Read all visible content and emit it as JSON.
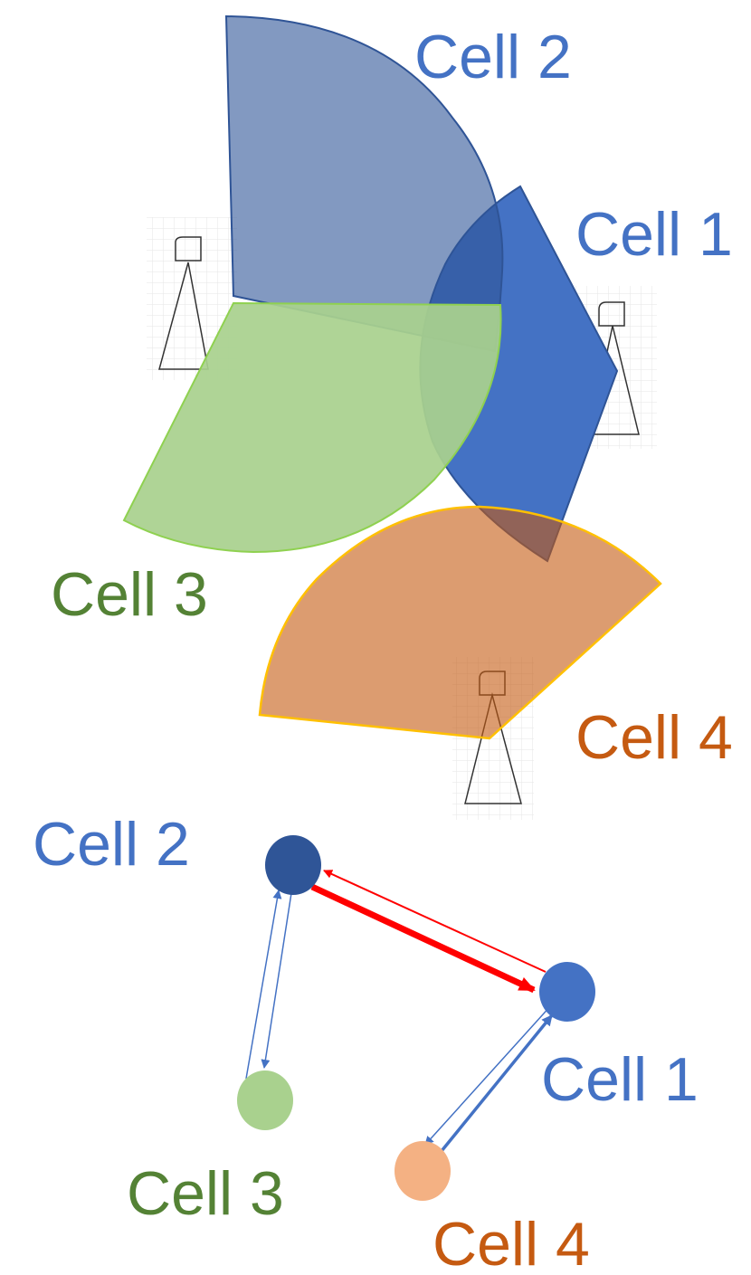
{
  "colors": {
    "cell1": "#4472c4",
    "cell1_dark": "#2f5496",
    "cell2": "#7f9ac4",
    "cell2_node": "#2f5597",
    "cell3": "#a9d18e",
    "cell3_text": "#548235",
    "cell4": "#d79b72",
    "cell4_node": "#f4b183",
    "cell4_text": "#c55a11",
    "cell4_border": "#ffc000",
    "cell3_border": "#8fd150",
    "strong_edge": "#ff0000",
    "text_blue": "#4472c4"
  },
  "coverage_labels": {
    "cell1": "Cell 1",
    "cell2": "Cell 2",
    "cell3": "Cell 3",
    "cell4": "Cell 4"
  },
  "graph_labels": {
    "cell1": "Cell 1",
    "cell2": "Cell 2",
    "cell3": "Cell 3",
    "cell4": "Cell 4"
  },
  "icons": {
    "tower": "base-station-tower-icon"
  }
}
